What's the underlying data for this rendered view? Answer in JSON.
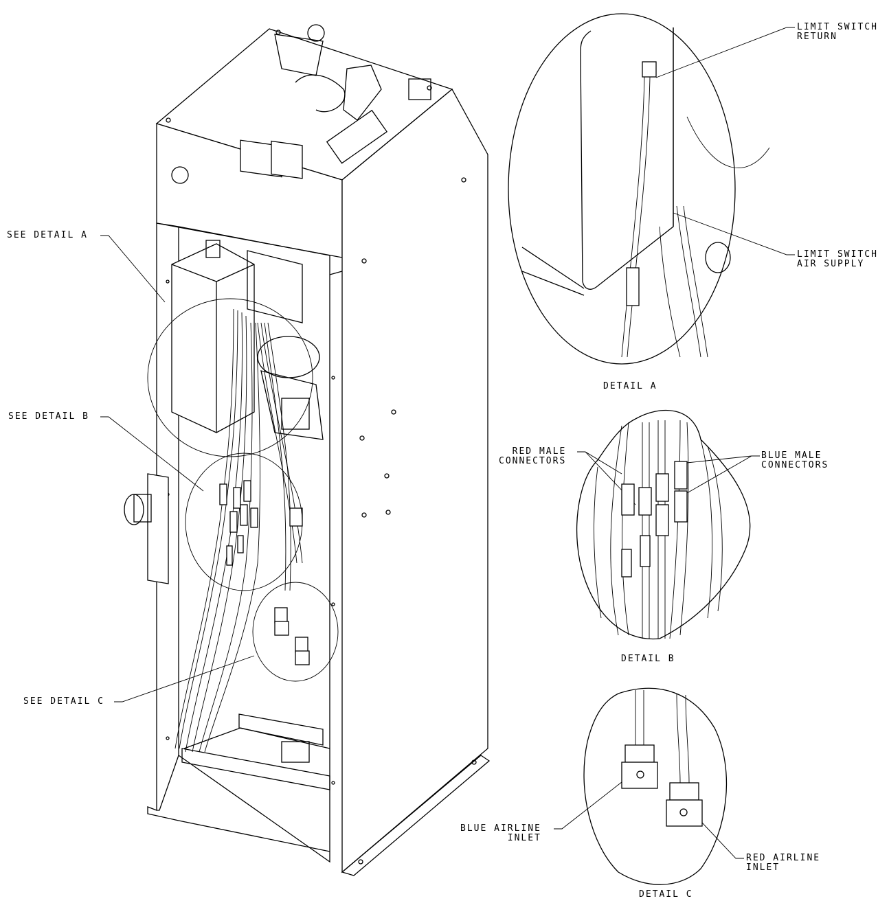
{
  "callouts": {
    "see_detail_a": "SEE DETAIL  A",
    "see_detail_b": "SEE DETAIL  B",
    "see_detail_c": "SEE DETAIL  C"
  },
  "detail_a": {
    "title": "DETAIL A",
    "limit_switch_return": [
      "LIMIT SWITCH",
      "RETURN"
    ],
    "limit_switch_air_supply": [
      "LIMIT SWITCH",
      "AIR SUPPLY"
    ]
  },
  "detail_b": {
    "title": "DETAIL B",
    "red_male_connectors": [
      "RED MALE",
      "CONNECTORS"
    ],
    "blue_male_connectors": [
      "BLUE MALE",
      "CONNECTORS"
    ]
  },
  "detail_c": {
    "title": "DETAIL C",
    "blue_airline_inlet": [
      "BLUE AIRLINE",
      "INLET"
    ],
    "red_airline_inlet": [
      "RED AIRLINE",
      "INLET"
    ]
  }
}
